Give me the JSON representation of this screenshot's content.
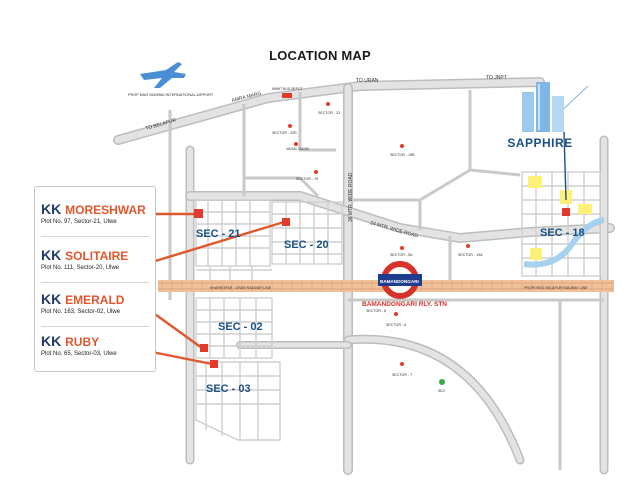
{
  "map": {
    "title": "LOCATION MAP",
    "projects": [
      {
        "prefix": "KK",
        "name": "MORESHWAR",
        "plot": "Plot No. 97, Sector-21, Ulwe"
      },
      {
        "prefix": "KK",
        "name": "SOLITAIRE",
        "plot": "Plot No. 111, Sector-20, Ulwe"
      },
      {
        "prefix": "KK",
        "name": "EMERALD",
        "plot": "Plot No. 163, Sector-02, Ulwe"
      },
      {
        "prefix": "KK",
        "name": "RUBY",
        "plot": "Plot No. 65, Sector-03, Ulwe"
      }
    ],
    "sector_labels": {
      "sec21": "SEC - 21",
      "sec20": "SEC - 20",
      "sec02": "SEC - 02",
      "sec03": "SEC - 03",
      "sec18": "SEC - 18"
    },
    "brand": "SAPPHIRE",
    "station": {
      "badge": "BAMANDONGARI",
      "label": "BAMANDONGARI RLY. STN"
    },
    "roads": {
      "to_uran": "TO URAN",
      "to_jnpt": "TO JNPT",
      "to_belapur": "TO BELAPUR",
      "amra_marg": "AMRA MARG",
      "road_36": "36 MTR. WIDE ROAD",
      "road_24": "24 MTR. WIDE ROAD",
      "railway_left": "KHARKOPAR - URAN RAILWAY LINE",
      "railway_right": "PROPOSED BELAPUR RAILWAY LINE"
    },
    "airport": "PROP NAVI MUMBAI INTERNATIONAL AIRPORT",
    "small_labels": {
      "depot": "NMMT BUS DEPOT",
      "sector_22r": "SECTOR - 22R",
      "sector_23": "SECTOR - 23",
      "sector_19": "SECTOR - 19",
      "sector_19b": "SECTOR - 19B",
      "sector_19a": "SECTOR - 19A",
      "sector_5a": "SECTOR - 5A",
      "sector_6": "SECTOR - 6",
      "sector_7": "SECTOR - 7",
      "sector_8": "SECTOR - 8",
      "vahal": "VAHAL GAON",
      "sez": "SEZ"
    },
    "colors": {
      "road": "#d9d9d9",
      "road_edge": "#bdbdbd",
      "railway": "#f0c19a",
      "accent_orange": "#e2572d",
      "navy": "#243b6b",
      "sector_text": "#1c4f86",
      "station_red": "#d8312a",
      "station_blue": "#1f3d8f",
      "yellow_plots": "#fff07a",
      "water": "#a7d2ef",
      "marker_red": "#e23b2e",
      "marker_green": "#3aa84a"
    }
  }
}
